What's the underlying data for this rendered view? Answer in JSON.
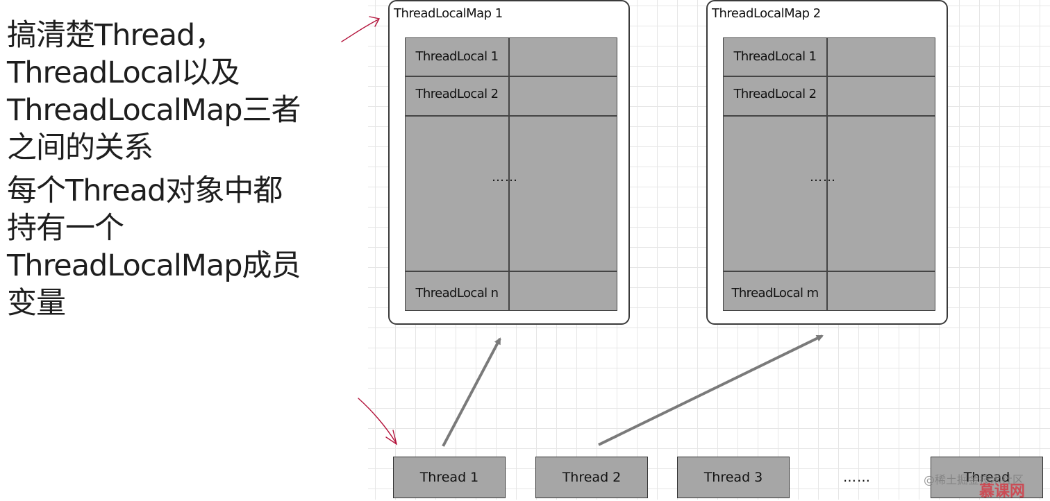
{
  "notes": {
    "heading": "搞清楚Thread，\nThreadLocal以及\nThreadLocalMap三者\n之间的关系",
    "body": "每个Thread对象中都\n持有一个\nThreadLocalMap成员\n变量"
  },
  "maps": [
    {
      "title": "ThreadLocalMap 1",
      "row1": "ThreadLocal 1",
      "row2": "ThreadLocal 2",
      "ellipsis": "……",
      "last": "ThreadLocal n"
    },
    {
      "title": "ThreadLocalMap 2",
      "row1": "ThreadLocal 1",
      "row2": "ThreadLocal 2",
      "ellipsis": "……",
      "last": "ThreadLocal m"
    }
  ],
  "threads": [
    "Thread 1",
    "Thread 2",
    "Thread 3",
    "Thread"
  ],
  "threads_ellipsis": "……",
  "watermark": "@稀土掘金技术社区",
  "watermark_logo": "慕课网",
  "colors": {
    "cell_fill": "#a8a8a8",
    "thread_fill": "#a6a6a6",
    "arrow": "#7a7a7a",
    "annotation": "#b3123a",
    "grid": "#e6e6e6"
  }
}
